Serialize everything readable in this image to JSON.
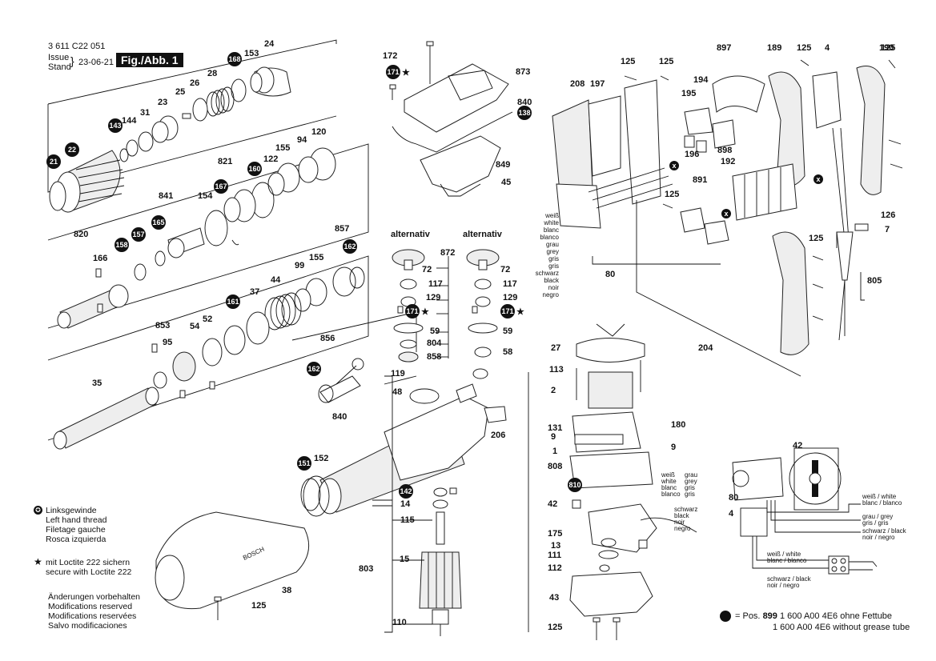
{
  "header": {
    "doc_number": "3 611 C22 051",
    "issue_label_en": "Issue",
    "issue_label_de": "Stand",
    "issue_date": "23-06-21",
    "fig_label": "Fig./Abb. 1"
  },
  "legend": {
    "left_hand_thread": [
      "Linksgewinde",
      "Left hand thread",
      "Filetage gauche",
      "Rosca izquierda"
    ],
    "loctite": [
      "mit Loctite 222 sichern",
      "secure with Loctite 222"
    ],
    "modifications": [
      "Änderungen vorbehalten",
      "Modifications reserved",
      "Modifications reservées",
      "Salvo modificaciones"
    ],
    "grease_note_pos": "= Pos.",
    "grease_note_num": "899",
    "grease_note_line1": "1 600 A00 4E6 ohne Fettube",
    "grease_note_line2": "1 600 A00 4E6 without grease tube"
  },
  "alternativ_label": "alternativ",
  "wire_labels": {
    "left": [
      "weiß",
      "white",
      "blanc",
      "blanco",
      "grau",
      "grey",
      "gris",
      "gris",
      "schwarz",
      "black",
      "noir",
      "negro"
    ],
    "mid_white": [
      "weiß",
      "white",
      "blanc",
      "blanco"
    ],
    "mid_grey": [
      "grau",
      "grey",
      "gris",
      "gris"
    ],
    "mid_black": [
      "schwarz",
      "black",
      "noir",
      "negro"
    ],
    "schematic": [
      "weiß / white",
      "blanc / blanco",
      "grau / grey",
      "gris / gris",
      "schwarz / black",
      "noir / negro",
      "weiß / white",
      "blanc / blanco",
      "schwarz / black",
      "noir / negro"
    ]
  },
  "parts": {
    "p172": "172",
    "p171": "171",
    "p873": "873",
    "p840": "840",
    "p138": "138",
    "p849": "849",
    "p45": "45",
    "p125": "125",
    "p208": "208",
    "p197": "197",
    "p897": "897",
    "p189": "189",
    "p4": "4",
    "p190": "190",
    "p194": "194",
    "p195": "195",
    "p196": "196",
    "p192": "192",
    "p898": "898",
    "p891": "891",
    "p126": "126",
    "p7": "7",
    "p80": "80",
    "p805": "805",
    "p204": "204",
    "p24": "24",
    "p153": "153",
    "p168": "168",
    "p28": "28",
    "p26": "26",
    "p25": "25",
    "p23": "23",
    "p31": "31",
    "p144": "144",
    "p143": "143",
    "p21": "21",
    "p22": "22",
    "p120": "120",
    "p94": "94",
    "p155": "155",
    "p122": "122",
    "p160": "160",
    "p821": "821",
    "p167": "167",
    "p841": "841",
    "p154": "154",
    "p165": "165",
    "p820": "820",
    "p157": "157",
    "p158": "158",
    "p166": "166",
    "p857": "857",
    "p162": "162",
    "p99": "99",
    "p44": "44",
    "p37": "37",
    "p161": "161",
    "p853": "853",
    "p54": "54",
    "p52": "52",
    "p95": "95",
    "p35": "35",
    "p856": "856",
    "p152": "152",
    "p151": "151",
    "p38": "38",
    "p872": "872",
    "p72": "72",
    "p117": "117",
    "p129": "129",
    "p59": "59",
    "p804": "804",
    "p858": "858",
    "p58": "58",
    "p119": "119",
    "p48": "48",
    "p206": "206",
    "p142": "142",
    "p14": "14",
    "p115": "115",
    "p15": "15",
    "p803": "803",
    "p110": "110",
    "p27": "27",
    "p113": "113",
    "p2": "2",
    "p131": "131",
    "p9": "9",
    "p1": "1",
    "p180": "180",
    "p808": "808",
    "p810": "810",
    "p42": "42",
    "p175": "175",
    "p13": "13",
    "p111": "111",
    "p112": "112",
    "p43": "43"
  }
}
